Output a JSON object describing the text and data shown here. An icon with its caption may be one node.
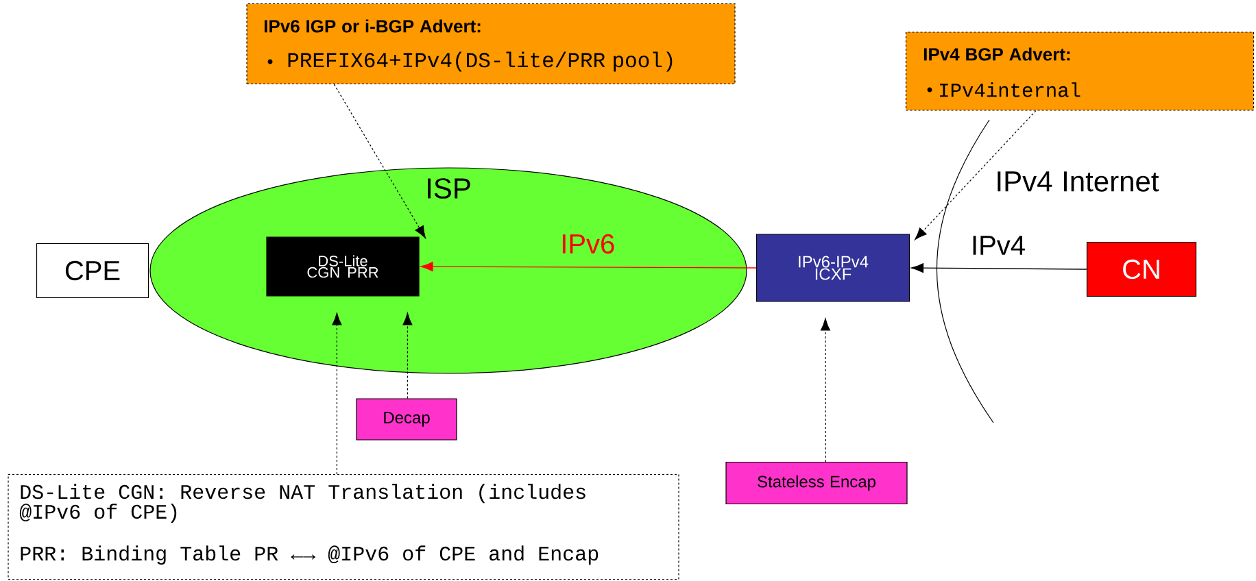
{
  "diagram": {
    "nodes": [
      {
        "text": [
          "IPv6 IGP or i-BGP Advert:",
          "PREFIX64+IPv4(DS-lite/PRR pool)"
        ]
      },
      {
        "text": [
          "IPv4 BGP Advert:",
          "IPv4internal"
        ]
      },
      {
        "text": [
          "ISP"
        ]
      },
      {
        "text": [
          "CPE"
        ]
      },
      {
        "text": [
          "DS-Lite CGN PRR"
        ],
        "in": 2
      },
      {
        "text": [
          "IPv6-IPv4 ICXF"
        ]
      },
      {
        "text": [
          "CN"
        ]
      },
      {
        "text": [
          "Decap"
        ]
      },
      {
        "text": [
          "Stateless Encap"
        ]
      },
      {
        "text": [
          "DS-Lite CGN: Reverse NAT Translation (includes @IPv6 of CPE)",
          "PRR: Binding Table PR ←→ @IPv6 of CPE and Encap"
        ]
      }
    ],
    "edges": [
      {
        "from": 0,
        "to": 4,
        "arrow": "to",
        "style": "dashed"
      },
      {
        "from": 1,
        "to": 5,
        "arrow": "to",
        "style": "dashed"
      },
      {
        "from": 5,
        "to": 4,
        "arrow": "to",
        "label": "IPv6",
        "color": "#ff0000"
      },
      {
        "from": 6,
        "to": 5,
        "arrow": "to",
        "label": "IPv4"
      },
      {
        "from": 9,
        "to": 4,
        "arrow": "to",
        "style": "dashed"
      },
      {
        "from": 7,
        "to": 4,
        "arrow": "to",
        "style": "dashed"
      },
      {
        "from": 8,
        "to": 5,
        "arrow": "to",
        "style": "dashed"
      }
    ],
    "labels": [
      "IPv4 Internet"
    ]
  }
}
